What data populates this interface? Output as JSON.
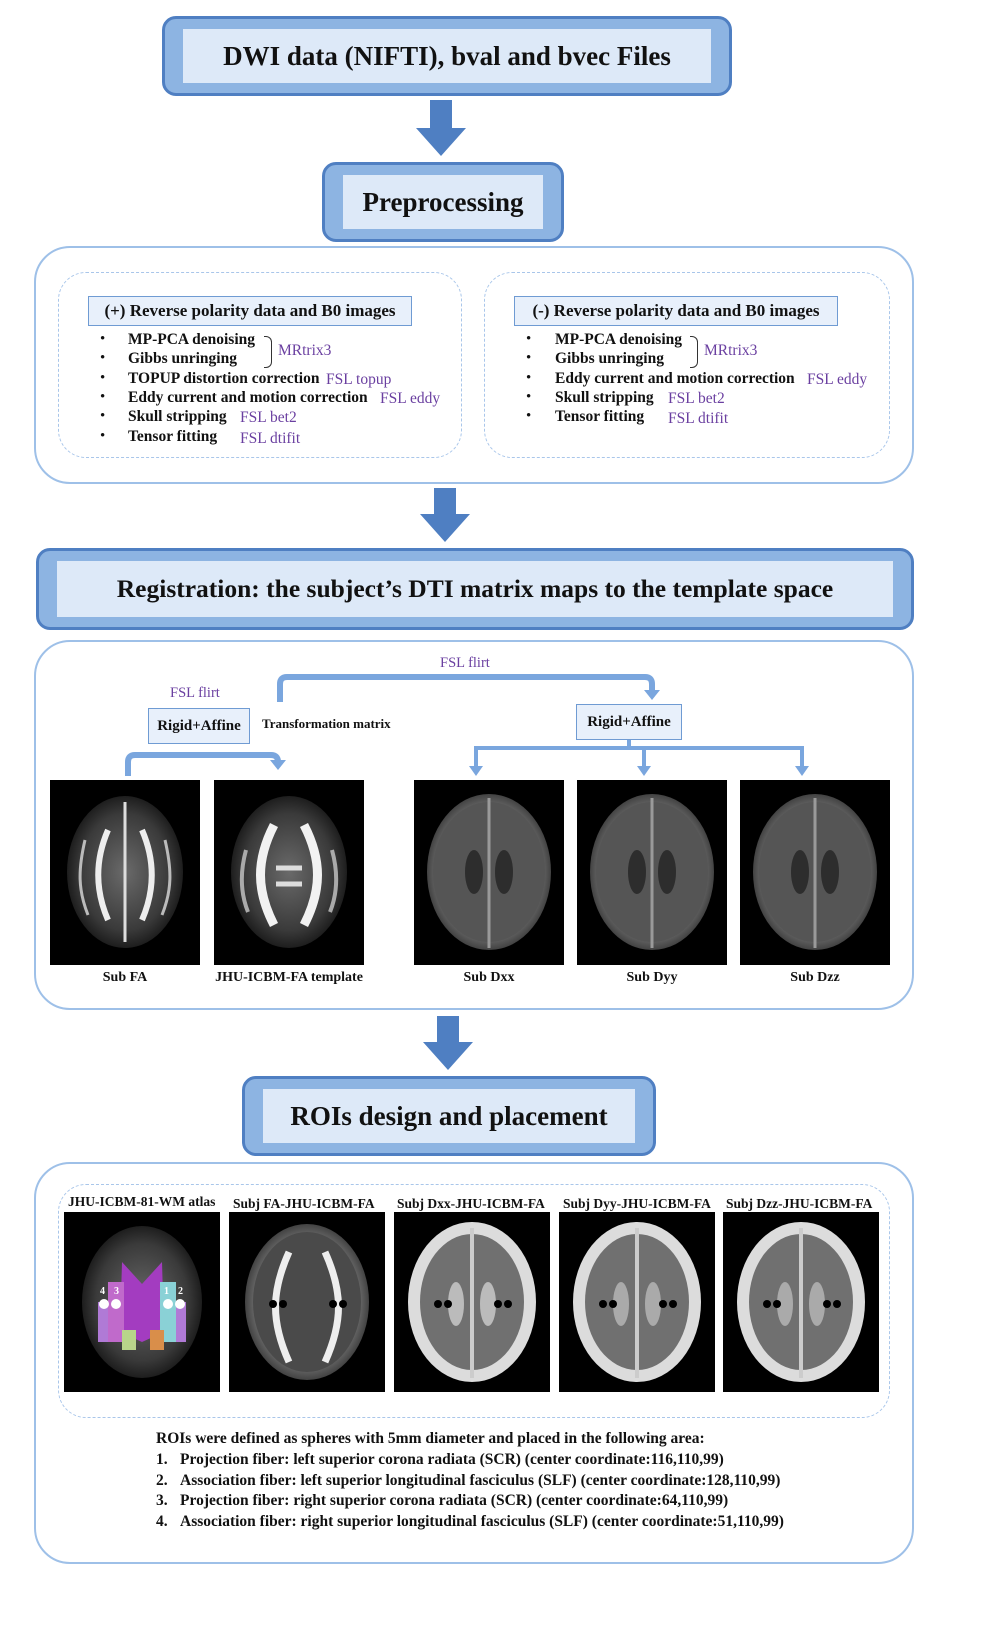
{
  "stages": {
    "input": "DWI data (NIFTI), bval and bvec Files",
    "preprocessing": "Preprocessing",
    "registration": "Registration: the subject’s DTI matrix maps to the template space",
    "rois": "ROIs design and placement"
  },
  "preprocessing": {
    "left": {
      "title": "(+) Reverse polarity data and B0 images",
      "steps": [
        "MP-PCA denoising",
        "Gibbs unringing",
        "TOPUP distortion correction",
        "Eddy current and motion correction",
        "Skull stripping",
        "Tensor fitting"
      ],
      "tools": {
        "mrtrix": "MRtrix3",
        "topup": "FSL topup",
        "eddy": "FSL eddy",
        "bet": "FSL bet2",
        "dtifit": "FSL dtifit"
      }
    },
    "right": {
      "title": "(-) Reverse polarity data and B0 images",
      "steps": [
        "MP-PCA denoising",
        "Gibbs unringing",
        "Eddy current and motion correction",
        "Skull stripping",
        "Tensor fitting"
      ],
      "tools": {
        "mrtrix": "MRtrix3",
        "eddy": "FSL eddy",
        "bet": "FSL bet2",
        "dtifit": "FSL dtifit"
      }
    }
  },
  "registration": {
    "flirt_left": "FSL flirt",
    "flirt_top": "FSL flirt",
    "rigid_left": "Rigid+Affine",
    "rigid_right": "Rigid+Affine",
    "transformation": "Transformation matrix",
    "labels": [
      "Sub FA",
      "JHU-ICBM-FA template",
      "Sub Dxx",
      "Sub Dyy",
      "Sub Dzz"
    ]
  },
  "rois": {
    "image_titles": [
      "JHU-ICBM-81-WM atlas",
      "Subj FA-JHU-ICBM-FA",
      "Subj Dxx-JHU-ICBM-FA",
      "Subj Dyy-JHU-ICBM-FA",
      "Subj Dzz-JHU-ICBM-FA"
    ],
    "atlas_markers": [
      "4",
      "3",
      "1",
      "2"
    ],
    "intro": "ROIs were defined as spheres with 5mm diameter and placed in the following area:",
    "items": [
      {
        "num": "1.",
        "text": "Projection fiber: left superior corona radiata (SCR) (center coordinate:116,110,99)"
      },
      {
        "num": "2.",
        "text": "Association fiber: left superior longitudinal fasciculus (SLF) (center coordinate:128,110,99)"
      },
      {
        "num": "3.",
        "text": "Projection fiber: right superior corona radiata (SCR) (center coordinate:64,110,99)"
      },
      {
        "num": "4.",
        "text": "Association fiber: right superior longitudinal fasciculus (SLF) (center coordinate:51,110,99)"
      }
    ]
  },
  "colors": {
    "header_fill": "#8db4e2",
    "header_inner": "#dde9f8",
    "arrow": "#4f7fc2",
    "tool_text": "#6a3fa0",
    "panel_border": "#9ec0e8"
  }
}
